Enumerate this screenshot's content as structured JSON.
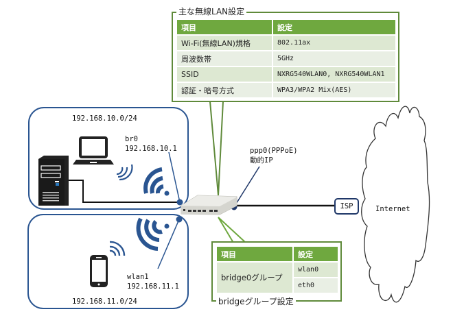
{
  "wireless_settings": {
    "title": "主な無線LAN設定",
    "headers": [
      "項目",
      "設定"
    ],
    "rows": [
      {
        "item": "Wi-Fi(無線LAN)規格",
        "value": "802.11ax"
      },
      {
        "item": "周波数帯",
        "value": "5GHz"
      },
      {
        "item": "SSID",
        "value": "NXRG540WLAN0, NXRG540WLAN1"
      },
      {
        "item": "認証・暗号方式",
        "value": "WPA3/WPA2 Mix(AES)"
      }
    ]
  },
  "bridge_settings": {
    "title": "bridgeグループ設定",
    "headers": [
      "項目",
      "設定"
    ],
    "group_name": "bridge0グループ",
    "members": [
      "wlan0",
      "eth0"
    ]
  },
  "networks": {
    "lan0": {
      "subnet": "192.168.10.0/24",
      "iface": "br0",
      "ip": "192.168.10.1"
    },
    "lan1": {
      "subnet": "192.168.11.0/24",
      "iface": "wlan1",
      "ip": "192.168.11.1"
    }
  },
  "wan": {
    "iface": "ppp0(PPPoE)",
    "ip": "動的IP"
  },
  "isp_label": "ISP",
  "internet_label": "Internet",
  "icons": {
    "server": "server-tower-icon",
    "laptop": "laptop-icon",
    "phone": "smartphone-icon",
    "router": "router-device-icon",
    "wifi": "wifi-signal-icon",
    "cloud": "cloud-icon"
  },
  "colors": {
    "accent_green": "#6fa83f",
    "border_green": "#5f8a3a",
    "row_green": "#dde8d2",
    "network_blue": "#2a5591",
    "link_navy": "#1f3768"
  }
}
